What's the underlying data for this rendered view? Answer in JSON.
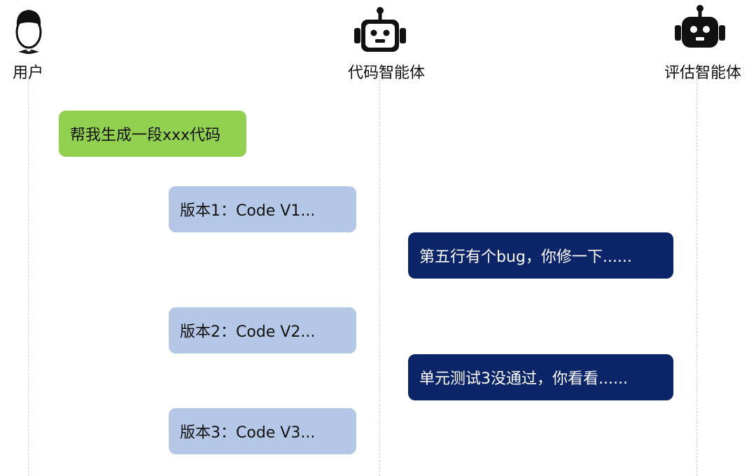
{
  "actors": {
    "user": {
      "label": "用户",
      "icon": "user-icon"
    },
    "code_agent": {
      "label": "代码智能体",
      "icon": "robot-icon"
    },
    "eval_agent": {
      "label": "评估智能体",
      "icon": "robot-icon"
    }
  },
  "messages": [
    {
      "text": "帮我生成一段xxx代码",
      "from": "user",
      "color": "#92d050"
    },
    {
      "text": "版本1：Code V1...",
      "from": "code_agent",
      "color": "#b4c7e7"
    },
    {
      "text": "第五行有个bug，你修一下......",
      "from": "eval_agent",
      "color": "#0b2568"
    },
    {
      "text": "版本2：Code V2...",
      "from": "code_agent",
      "color": "#b4c7e7"
    },
    {
      "text": "单元测试3没通过，你看看......",
      "from": "eval_agent",
      "color": "#0b2568"
    },
    {
      "text": "版本3：Code V3...",
      "from": "code_agent",
      "color": "#b4c7e7"
    }
  ]
}
